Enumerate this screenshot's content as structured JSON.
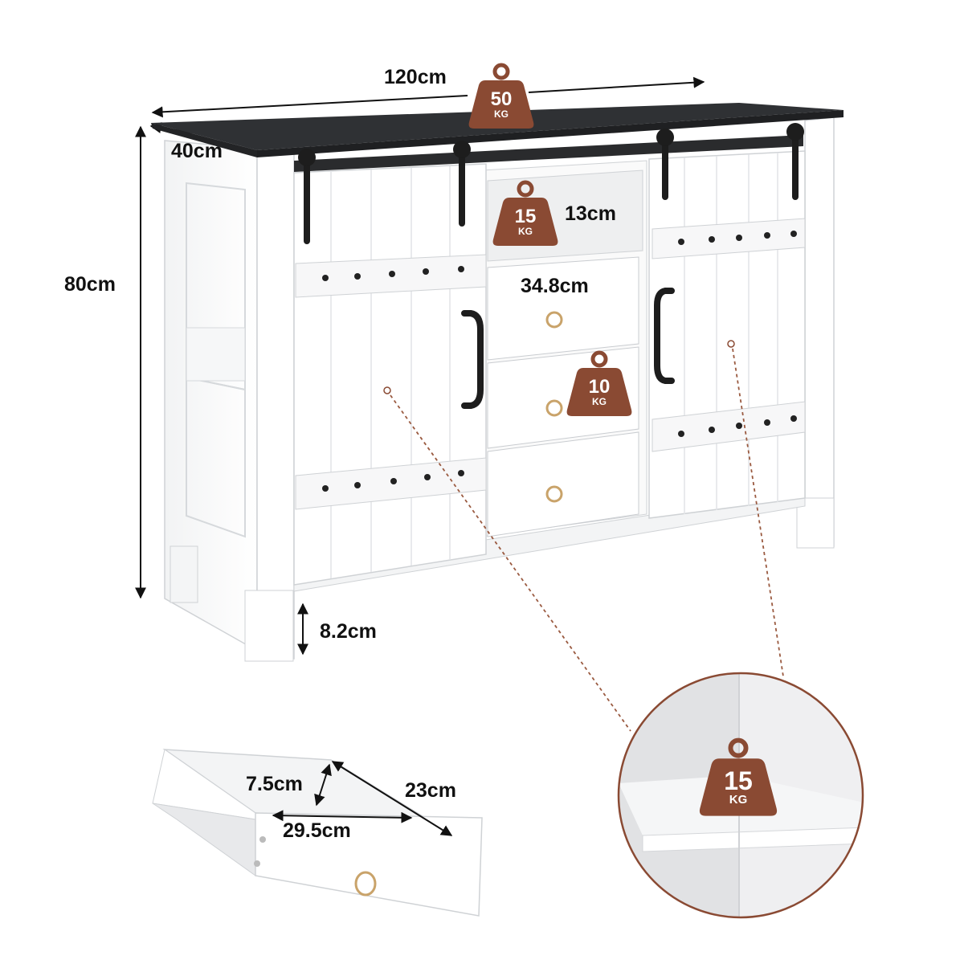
{
  "dimensions": {
    "width": "120cm",
    "depth": "40cm",
    "height": "80cm",
    "leg_clearance": "8.2cm",
    "shelf_height": "13cm",
    "shelf_width": "34.8cm",
    "drawer_depth": "7.5cm",
    "drawer_width": "29.5cm",
    "drawer_length": "23cm"
  },
  "load_badges": {
    "top": {
      "value": "50",
      "unit": "KG"
    },
    "open_shelf": {
      "value": "15",
      "unit": "KG"
    },
    "drawer": {
      "value": "10",
      "unit": "KG"
    },
    "inner_shelf": {
      "value": "15",
      "unit": "KG"
    }
  },
  "colors": {
    "badge": "#8a4a33",
    "top_surface": "#2f3134",
    "cabinet_body": "#ffffff",
    "hardware_black": "#1d1d1d",
    "ring_pull_gold": "#c9a36a",
    "dashed_leader": "#9a5a40"
  },
  "icon_names": [
    "weight-badge-icon",
    "ring-pull-icon",
    "barn-door-handle-icon",
    "dimension-arrow-icon"
  ]
}
